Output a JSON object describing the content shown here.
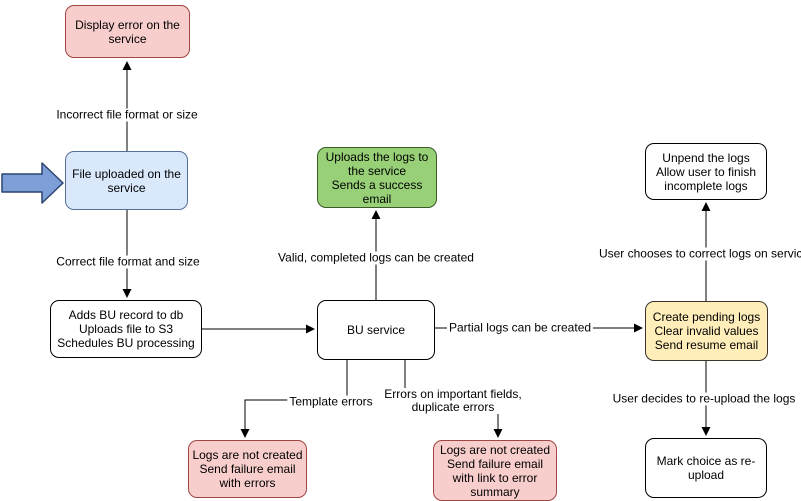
{
  "diagram": {
    "nodes": {
      "display_error": {
        "lines": [
          "Display error on the",
          "service"
        ]
      },
      "file_uploaded": {
        "lines": [
          "File uploaded on the",
          "service"
        ]
      },
      "adds_bu": {
        "lines": [
          "Adds BU record to db",
          "Uploads file to S3",
          "Schedules BU processing"
        ]
      },
      "bu_service": {
        "lines": [
          "BU service"
        ]
      },
      "uploads_logs": {
        "lines": [
          "Uploads the logs to",
          "the service",
          "Sends a success",
          "email"
        ]
      },
      "unpend_logs": {
        "lines": [
          "Unpend the logs",
          "Allow user to finish",
          "incomplete logs"
        ]
      },
      "create_pending": {
        "lines": [
          "Create pending logs",
          "Clear invalid values",
          "Send resume email"
        ]
      },
      "mark_choice": {
        "lines": [
          "Mark choice as re-",
          "upload"
        ]
      },
      "failure_errors": {
        "lines": [
          "Logs are not created",
          "Send failure email",
          "with errors"
        ]
      },
      "failure_summary": {
        "lines": [
          "Logs are not created",
          "Send failure email",
          "with link to error",
          "summary"
        ]
      }
    },
    "edge_labels": {
      "incorrect": "Incorrect file format or size",
      "correct": "Correct file format and size",
      "valid": "Valid, completed logs can be created",
      "partial": "Partial logs can be created",
      "template": "Template errors",
      "important_1": "Errors on important fields,",
      "important_2": "duplicate errors",
      "user_correct": "User chooses to correct logs on service",
      "user_reupload": "User decides to re-upload the logs"
    },
    "colors": {
      "pink_fill": "#f8cecc",
      "pink_border": "#a04643",
      "blue_fill": "#dae8fc",
      "blue_border": "#56709c",
      "green_fill": "#97d077",
      "green_border": "#3b5c28",
      "yellow_fill": "#ffeeba",
      "yellow_border": "#39352a",
      "white_fill": "#ffffff",
      "line_color": "#000000",
      "block_arrow_fill": "#7e9ed8",
      "block_arrow_border": "#2c4470"
    }
  }
}
